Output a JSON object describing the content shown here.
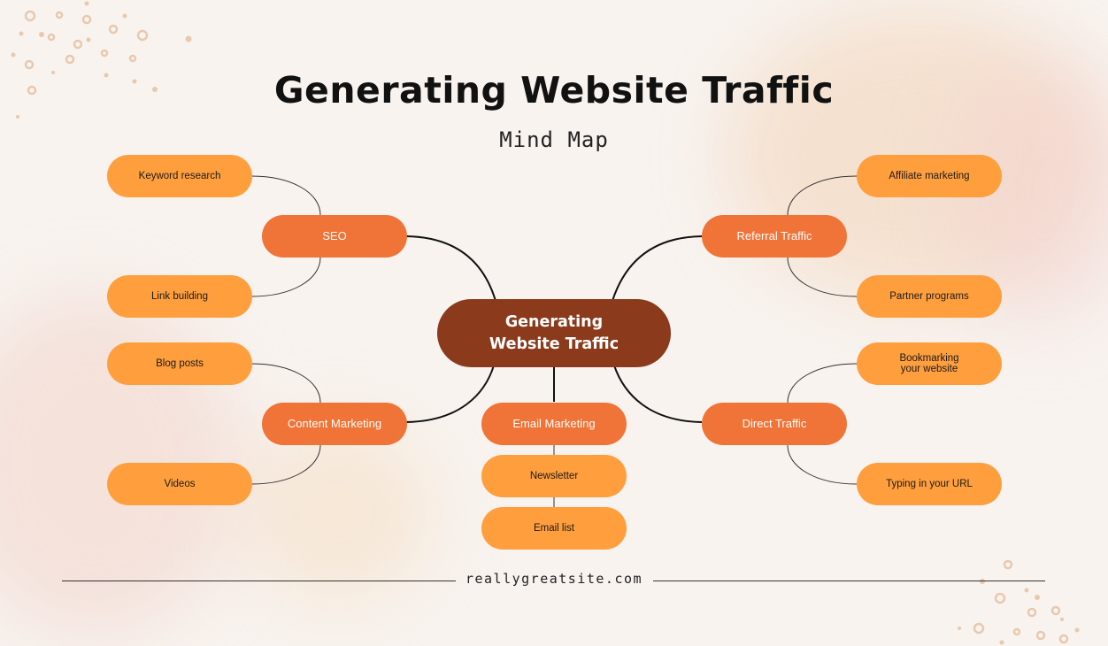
{
  "title": "Generating Website Traffic",
  "subtitle": "Mind Map",
  "center": "Generating\nWebsite Traffic",
  "branches": {
    "seo": {
      "label": "SEO",
      "items": [
        "Keyword research",
        "Link building"
      ]
    },
    "content_marketing": {
      "label": "Content Marketing",
      "items": [
        "Blog posts",
        "Videos"
      ]
    },
    "email_marketing": {
      "label": "Email Marketing",
      "items": [
        "Newsletter",
        "Email list"
      ]
    },
    "referral_traffic": {
      "label": "Referral Traffic",
      "items": [
        "Affiliate marketing",
        "Partner programs"
      ]
    },
    "direct_traffic": {
      "label": "Direct Traffic",
      "items": [
        "Bookmarking\nyour website",
        "Typing in your URL"
      ]
    }
  },
  "footer": "reallygreatsite.com",
  "colors": {
    "background": "#f8f3ef",
    "center_node": "#8b3a1c",
    "category_node": "#f07337",
    "leaf_node": "#ff9e3d",
    "line": "#111111"
  }
}
